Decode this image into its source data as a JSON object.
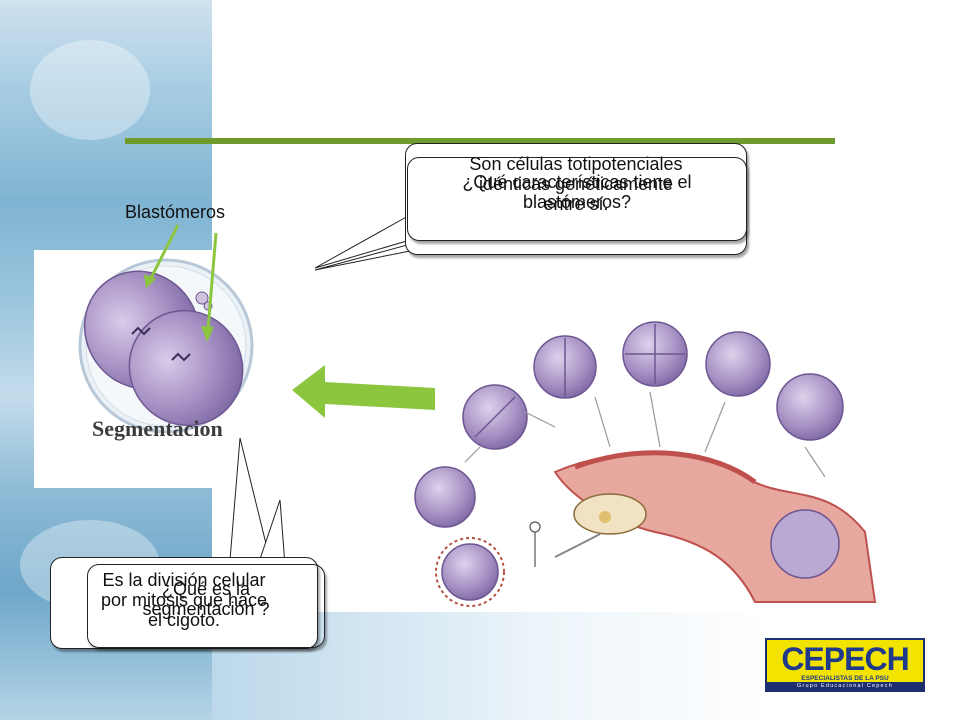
{
  "labels": {
    "blastomeros": "Blastómeros",
    "segmentacion_caption": "Segmentacion"
  },
  "bubbles": {
    "top_back": [
      "Son células totipotenciales",
      "idénticas genéticamente",
      "entre sí."
    ],
    "top_front": [
      "¿Qué características tiene el",
      "blastómeros?"
    ],
    "bottom_back": [
      "Es la división celular",
      "por mitosis que hace",
      "el cigoto."
    ],
    "bottom_front": [
      "¿Qué es la",
      "segmentación ?"
    ]
  },
  "logo": {
    "name": "CEPECH",
    "tagline": "ESPECIALISTAS DE LA PSU",
    "strip": "Grupo Educacional Cepech"
  },
  "colors": {
    "accent_green": "#6e9b2c",
    "arrow_green": "#8cc63f",
    "cell_purple": "#a48fc2",
    "logo_yellow": "#f3e400",
    "logo_blue": "#1f3a8a"
  }
}
